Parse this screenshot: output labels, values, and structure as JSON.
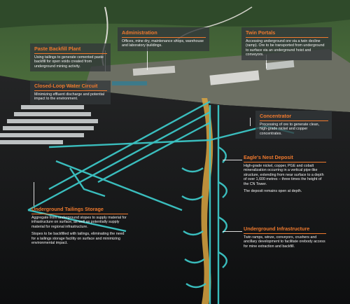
{
  "callouts": {
    "administration": {
      "title": "Administration",
      "body": "Offices, mine dry, maintenance shops, warehouse and laboratory buildings."
    },
    "twin_portals": {
      "title": "Twin Portals",
      "body": "Accessing underground ore via a twin decline (ramp). Ore to be transported from underground to surface via an underground hoist and conveyors."
    },
    "paste_backfill": {
      "title": "Paste Backfill Plant",
      "body": "Using tailings to generate cemented paste backfill for open voids created from underground mining activity."
    },
    "closed_loop": {
      "title": "Closed-Loop Water Circuit",
      "body": "Minimizing effluent discharge and potential impact to the environment."
    },
    "concentrator": {
      "title": "Concentrator",
      "body": "Processing of ore to generate clean, high-grade nickel and copper concentrates."
    },
    "eagles_nest": {
      "title": "Eagle's Nest Deposit",
      "body": "High-grade nickel, copper, PGE and cobalt mineralization occurring in a vertical pipe-like structure, extending from near surface to a depth of over 1,600 metres – three times the height of the CN Tower.",
      "note": "The deposit remains open at depth."
    },
    "tailings_storage": {
      "title": "Underground Tailings Storage",
      "body": "Aggregate from underground stopes to supply material for infrastructure on surface, as well as potentially supply material for regional infrastructure.",
      "note": "Stopes to be backfilled with tailings, eliminating the need for a tailings storage facility on surface and minimizing environmental impact."
    },
    "infrastructure": {
      "title": "Underground Infrastructure",
      "body": "Twin ramps, winze, conveyors, crushers and ancillary development to facilitate orebody access for mine extraction and backfill."
    }
  },
  "colors": {
    "accent": "#f07a2e",
    "tunnel": "#3cc6c6",
    "ore": "#d9a441",
    "ground": "#1a1b1c"
  }
}
